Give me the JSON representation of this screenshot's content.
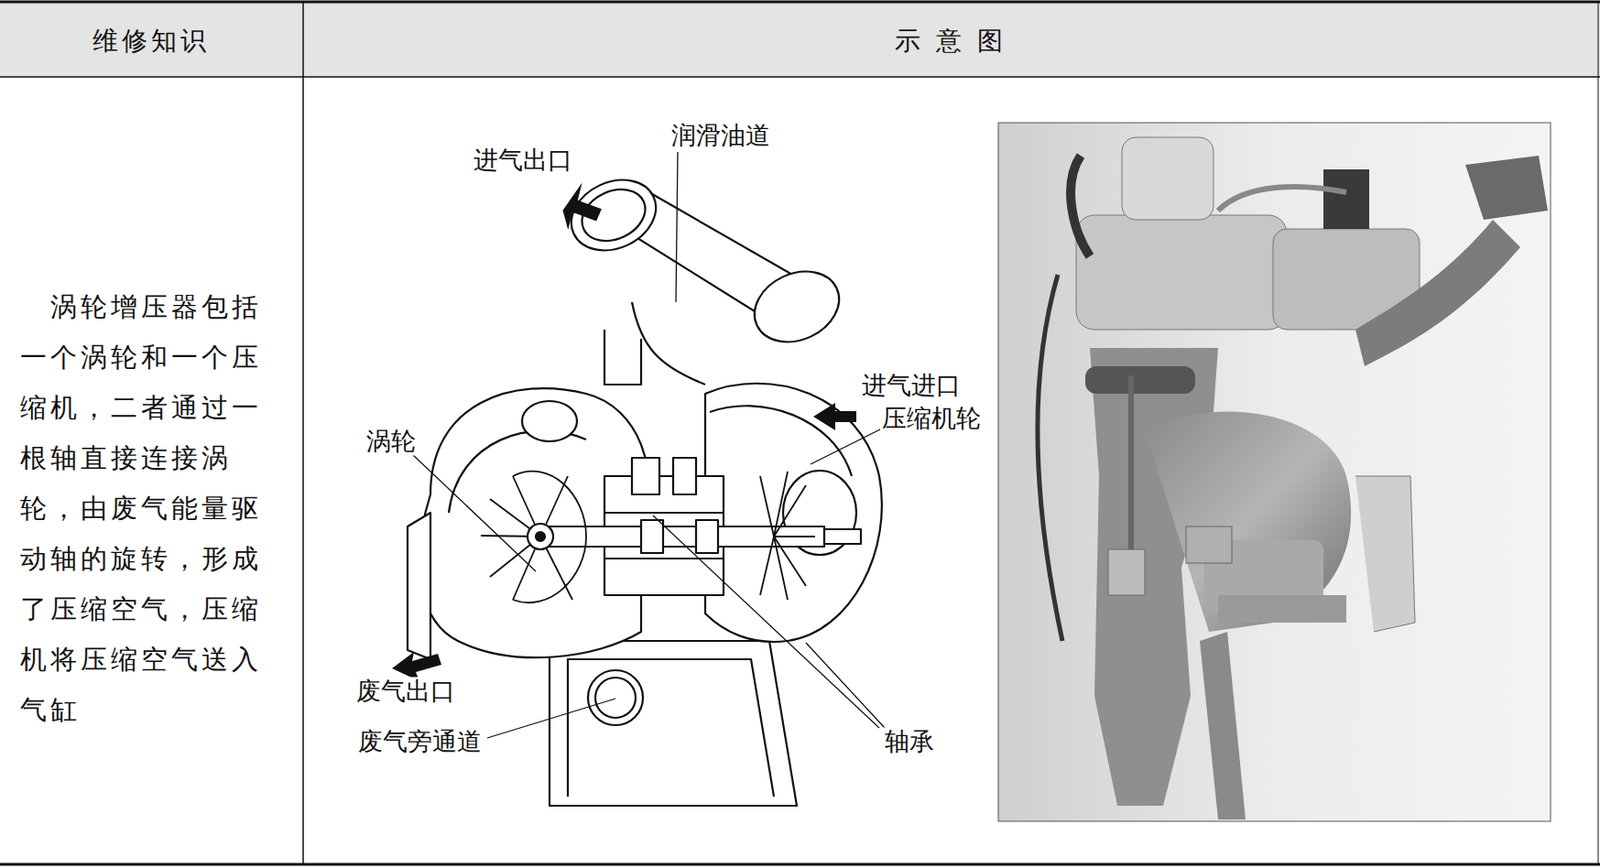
{
  "diagram": {
    "labels": [
      "维修知识",
      "示 意 图",
      "涡轮增压器包括一个涡轮和一个压缩机，二者通过一根轴直接连接涡轮，由废气能量驱动轴的旋转，形成了压缩空气，压缩机将压缩空气送入气缸",
      "润滑油道",
      "进气出口",
      "进气进口",
      "压缩机轮",
      "涡轮",
      "废气出口",
      "废气旁通道",
      "轴承"
    ]
  }
}
